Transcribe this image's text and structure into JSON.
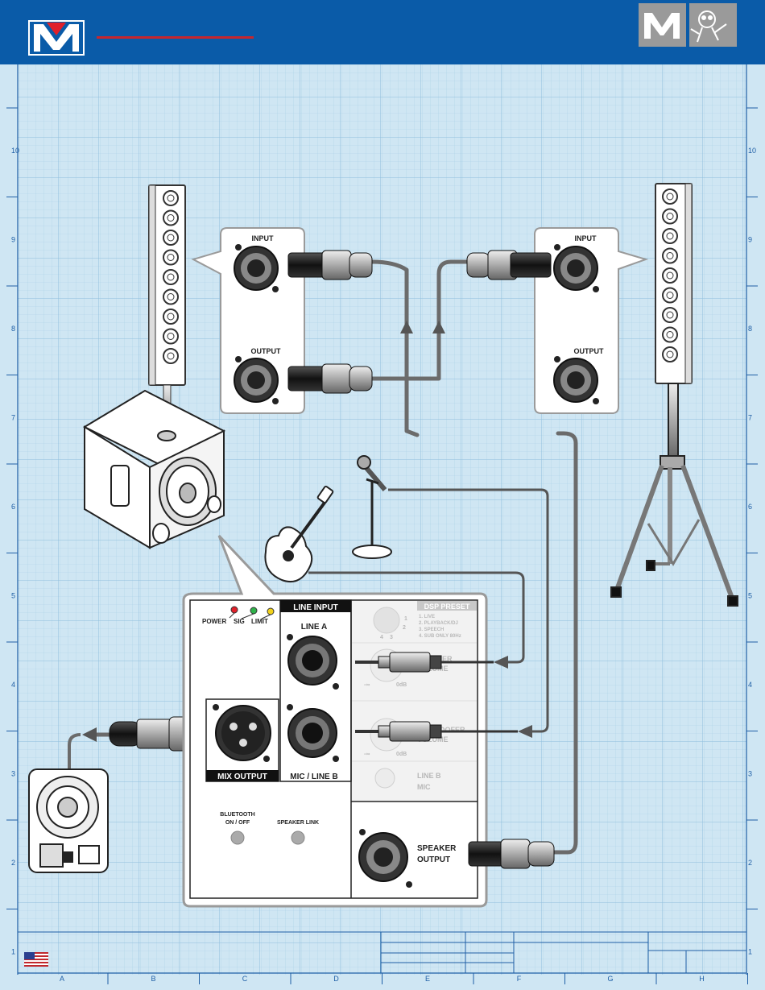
{
  "colors": {
    "header": "#0a5ba8",
    "grid_bg": "#cfe6f3",
    "grid_line": "#9cc9e3",
    "cable": "#6a6a6a",
    "panel_border": "#9a9a9a"
  },
  "ruler": {
    "rows": [
      "10",
      "9",
      "8",
      "7",
      "6",
      "5",
      "4",
      "3",
      "2",
      "1"
    ],
    "cols": [
      "A",
      "B",
      "C",
      "D",
      "E",
      "F",
      "G",
      "H"
    ]
  },
  "icons": {
    "brand_logo": "mv-logo",
    "mascot": "mascot-logo",
    "flag": "us-flag"
  },
  "speaker_left_panel": {
    "input": "INPUT",
    "output": "OUTPUT"
  },
  "speaker_right_panel": {
    "input": "INPUT",
    "output": "OUTPUT"
  },
  "mixer": {
    "power": "POWER",
    "sig": "SIG",
    "limit": "LIMIT",
    "line_input": "LINE INPUT",
    "line_a": "LINE A",
    "mic_line_b": "MIC / LINE B",
    "mix_output": "MIX OUTPUT",
    "bluetooth_l1": "BLUETOOTH",
    "bluetooth_l2": "ON / OFF",
    "speaker_link": "SPEAKER LINK",
    "dsp_preset": "DSP PRESET",
    "dsp_1": "1. LIVE",
    "dsp_2": "2. PLAYBACK/DJ",
    "dsp_3": "3. SPEECH",
    "dsp_4": "4. SUB ONLY 80Hz",
    "dsp_k1": "1",
    "dsp_k2": "2",
    "dsp_k3": "3",
    "dsp_k4": "4",
    "spk_vol_1": "SPEAKER",
    "spk_vol_2": "VOLUME",
    "sub_vol_1": "SUBWOOFER",
    "sub_vol_2": "VOLUME",
    "min": "-∞",
    "max": "0dB",
    "min2": "-∞",
    "max2": "0dB",
    "line_b": "LINE B",
    "mic": "MIC",
    "spk_out_1": "SPEAKER",
    "spk_out_2": "OUTPUT"
  }
}
